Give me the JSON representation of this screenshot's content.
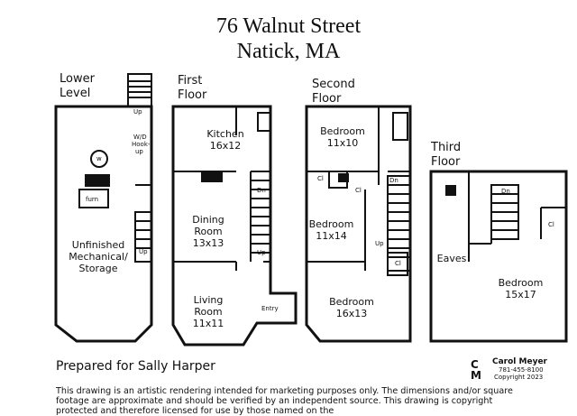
{
  "header": {
    "address_line1": "76 Walnut Street",
    "address_line2": "Natick, MA"
  },
  "floors": {
    "lower": {
      "label_line1": "Lower",
      "label_line2": "Level"
    },
    "first": {
      "label_line1": "First",
      "label_line2": "Floor"
    },
    "second": {
      "label_line1": "Second",
      "label_line2": "Floor"
    },
    "third": {
      "label_line1": "Third",
      "label_line2": "Floor"
    }
  },
  "rooms": {
    "kitchen": {
      "name": "Kitchen",
      "dims": "16x12"
    },
    "dining": {
      "name": "Dining",
      "name2": "Room",
      "dims": "13x13"
    },
    "living": {
      "name": "Living",
      "name2": "Room",
      "dims": "11x11"
    },
    "entry": {
      "name": "Entry"
    },
    "unfinished": {
      "line1": "Unfinished",
      "line2": "Mechanical/",
      "line3": "Storage"
    },
    "wd": {
      "line1": "W/D",
      "line2": "Hook-",
      "line3": "up"
    },
    "bed1": {
      "name": "Bedroom",
      "dims": "11x10"
    },
    "bed2": {
      "name": "Bedroom",
      "dims": "11x14"
    },
    "bed3": {
      "name": "Bedroom",
      "dims": "16x13"
    },
    "bed4": {
      "name": "Bedroom",
      "dims": "15x17"
    },
    "eaves": {
      "name": "Eaves"
    }
  },
  "marks": {
    "up": "Up",
    "dn": "Dn",
    "cl": "Cl",
    "w": "w",
    "furn": "furn"
  },
  "footer": {
    "prepared": "Prepared for Sally Harper",
    "disclaimer": "This drawing is an artistic rendering intended for marketing purposes only.  The dimensions and/or square footage are approximate and should be verified by an independent source. This drawing is copyright protected and therefore licensed for use by those named on the"
  },
  "logo": {
    "name": "Carol Meyer",
    "phone": "781-455-8100",
    "copyright": "Copyright 2023"
  }
}
